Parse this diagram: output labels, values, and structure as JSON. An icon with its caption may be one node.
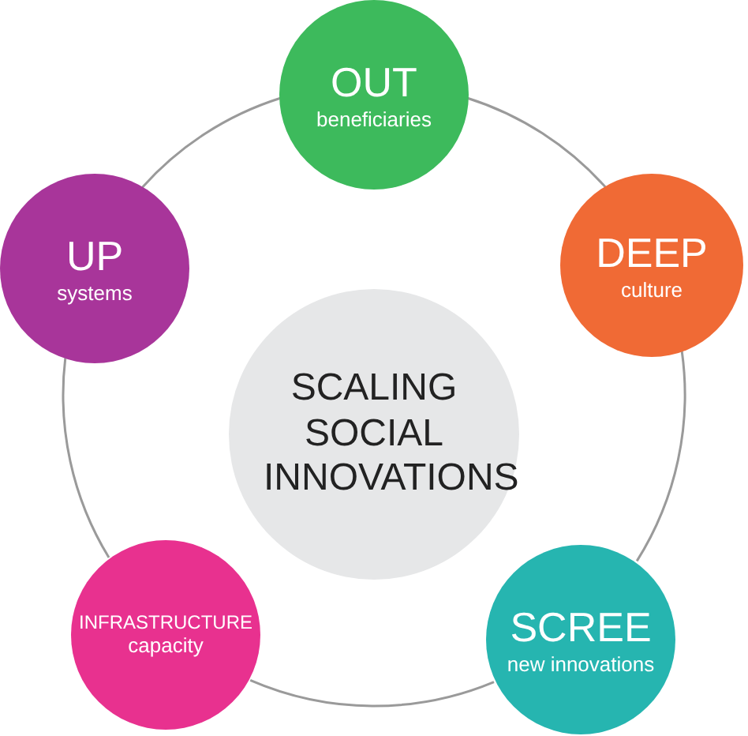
{
  "diagram": {
    "nodes": [
      {
        "text": [
          "OUT",
          "beneficiaries"
        ]
      },
      {
        "text": [
          "UP",
          "systems"
        ]
      },
      {
        "text": [
          "DEEP",
          "culture"
        ]
      },
      {
        "text": [
          "SCALING SOCIAL INNOVATIONS"
        ]
      },
      {
        "text": [
          "INFRASTRUCTURE",
          "capacity"
        ]
      },
      {
        "text": [
          "SCREE",
          "new innovations"
        ]
      }
    ],
    "edges": [
      {
        "from": 0,
        "to": 2,
        "arrow": "none"
      },
      {
        "from": 2,
        "to": 5,
        "arrow": "none"
      },
      {
        "from": 5,
        "to": 4,
        "arrow": "none"
      },
      {
        "from": 4,
        "to": 1,
        "arrow": "none"
      },
      {
        "from": 1,
        "to": 0,
        "arrow": "none"
      }
    ]
  }
}
